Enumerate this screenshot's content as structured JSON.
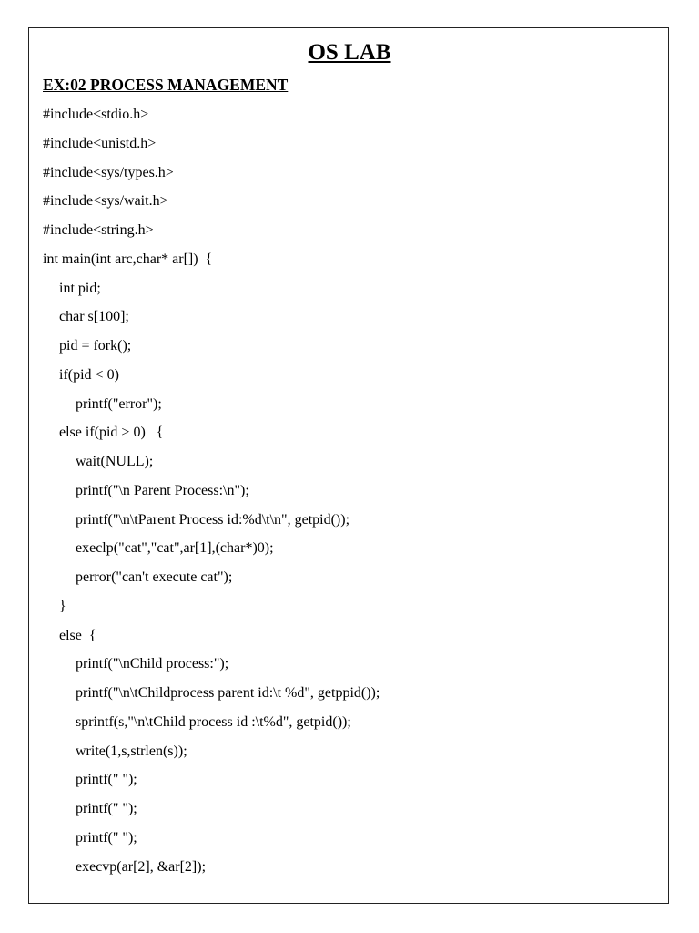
{
  "document": {
    "title": "OS LAB",
    "heading": "EX:02 PROCESS MANAGEMENT",
    "code_lines": [
      {
        "indent": 0,
        "text": "#include<stdio.h>"
      },
      {
        "indent": 0,
        "text": "#include<unistd.h>"
      },
      {
        "indent": 0,
        "text": "#include<sys/types.h>"
      },
      {
        "indent": 0,
        "text": "#include<sys/wait.h>"
      },
      {
        "indent": 0,
        "text": "#include<string.h>"
      },
      {
        "indent": 0,
        "text": "int main(int arc,char* ar[])  {"
      },
      {
        "indent": 1,
        "text": "int pid;"
      },
      {
        "indent": 1,
        "text": "char s[100];"
      },
      {
        "indent": 1,
        "text": "pid = fork();"
      },
      {
        "indent": 1,
        "text": "if(pid < 0)"
      },
      {
        "indent": 2,
        "text": "printf(\"error\");"
      },
      {
        "indent": 1,
        "text": "else if(pid > 0)   {"
      },
      {
        "indent": 2,
        "text": "wait(NULL);"
      },
      {
        "indent": 2,
        "text": "printf(\"\\n Parent Process:\\n\");"
      },
      {
        "indent": 2,
        "text": "printf(\"\\n\\tParent Process id:%d\\t\\n\", getpid());"
      },
      {
        "indent": 2,
        "text": "execlp(\"cat\",\"cat\",ar[1],(char*)0);"
      },
      {
        "indent": 2,
        "text": "perror(\"can't execute cat\");"
      },
      {
        "indent": 1,
        "text": "}"
      },
      {
        "indent": 1,
        "text": "else  {"
      },
      {
        "indent": 2,
        "text": "printf(\"\\nChild process:\");"
      },
      {
        "indent": 2,
        "text": "printf(\"\\n\\tChildprocess parent id:\\t %d\", getppid());"
      },
      {
        "indent": 2,
        "text": "sprintf(s,\"\\n\\tChild process id :\\t%d\", getpid());"
      },
      {
        "indent": 2,
        "text": "write(1,s,strlen(s));"
      },
      {
        "indent": 2,
        "text": "printf(\" \");"
      },
      {
        "indent": 2,
        "text": "printf(\" \");"
      },
      {
        "indent": 2,
        "text": "printf(\" \");"
      },
      {
        "indent": 2,
        "text": "execvp(ar[2], &ar[2]);"
      }
    ]
  }
}
